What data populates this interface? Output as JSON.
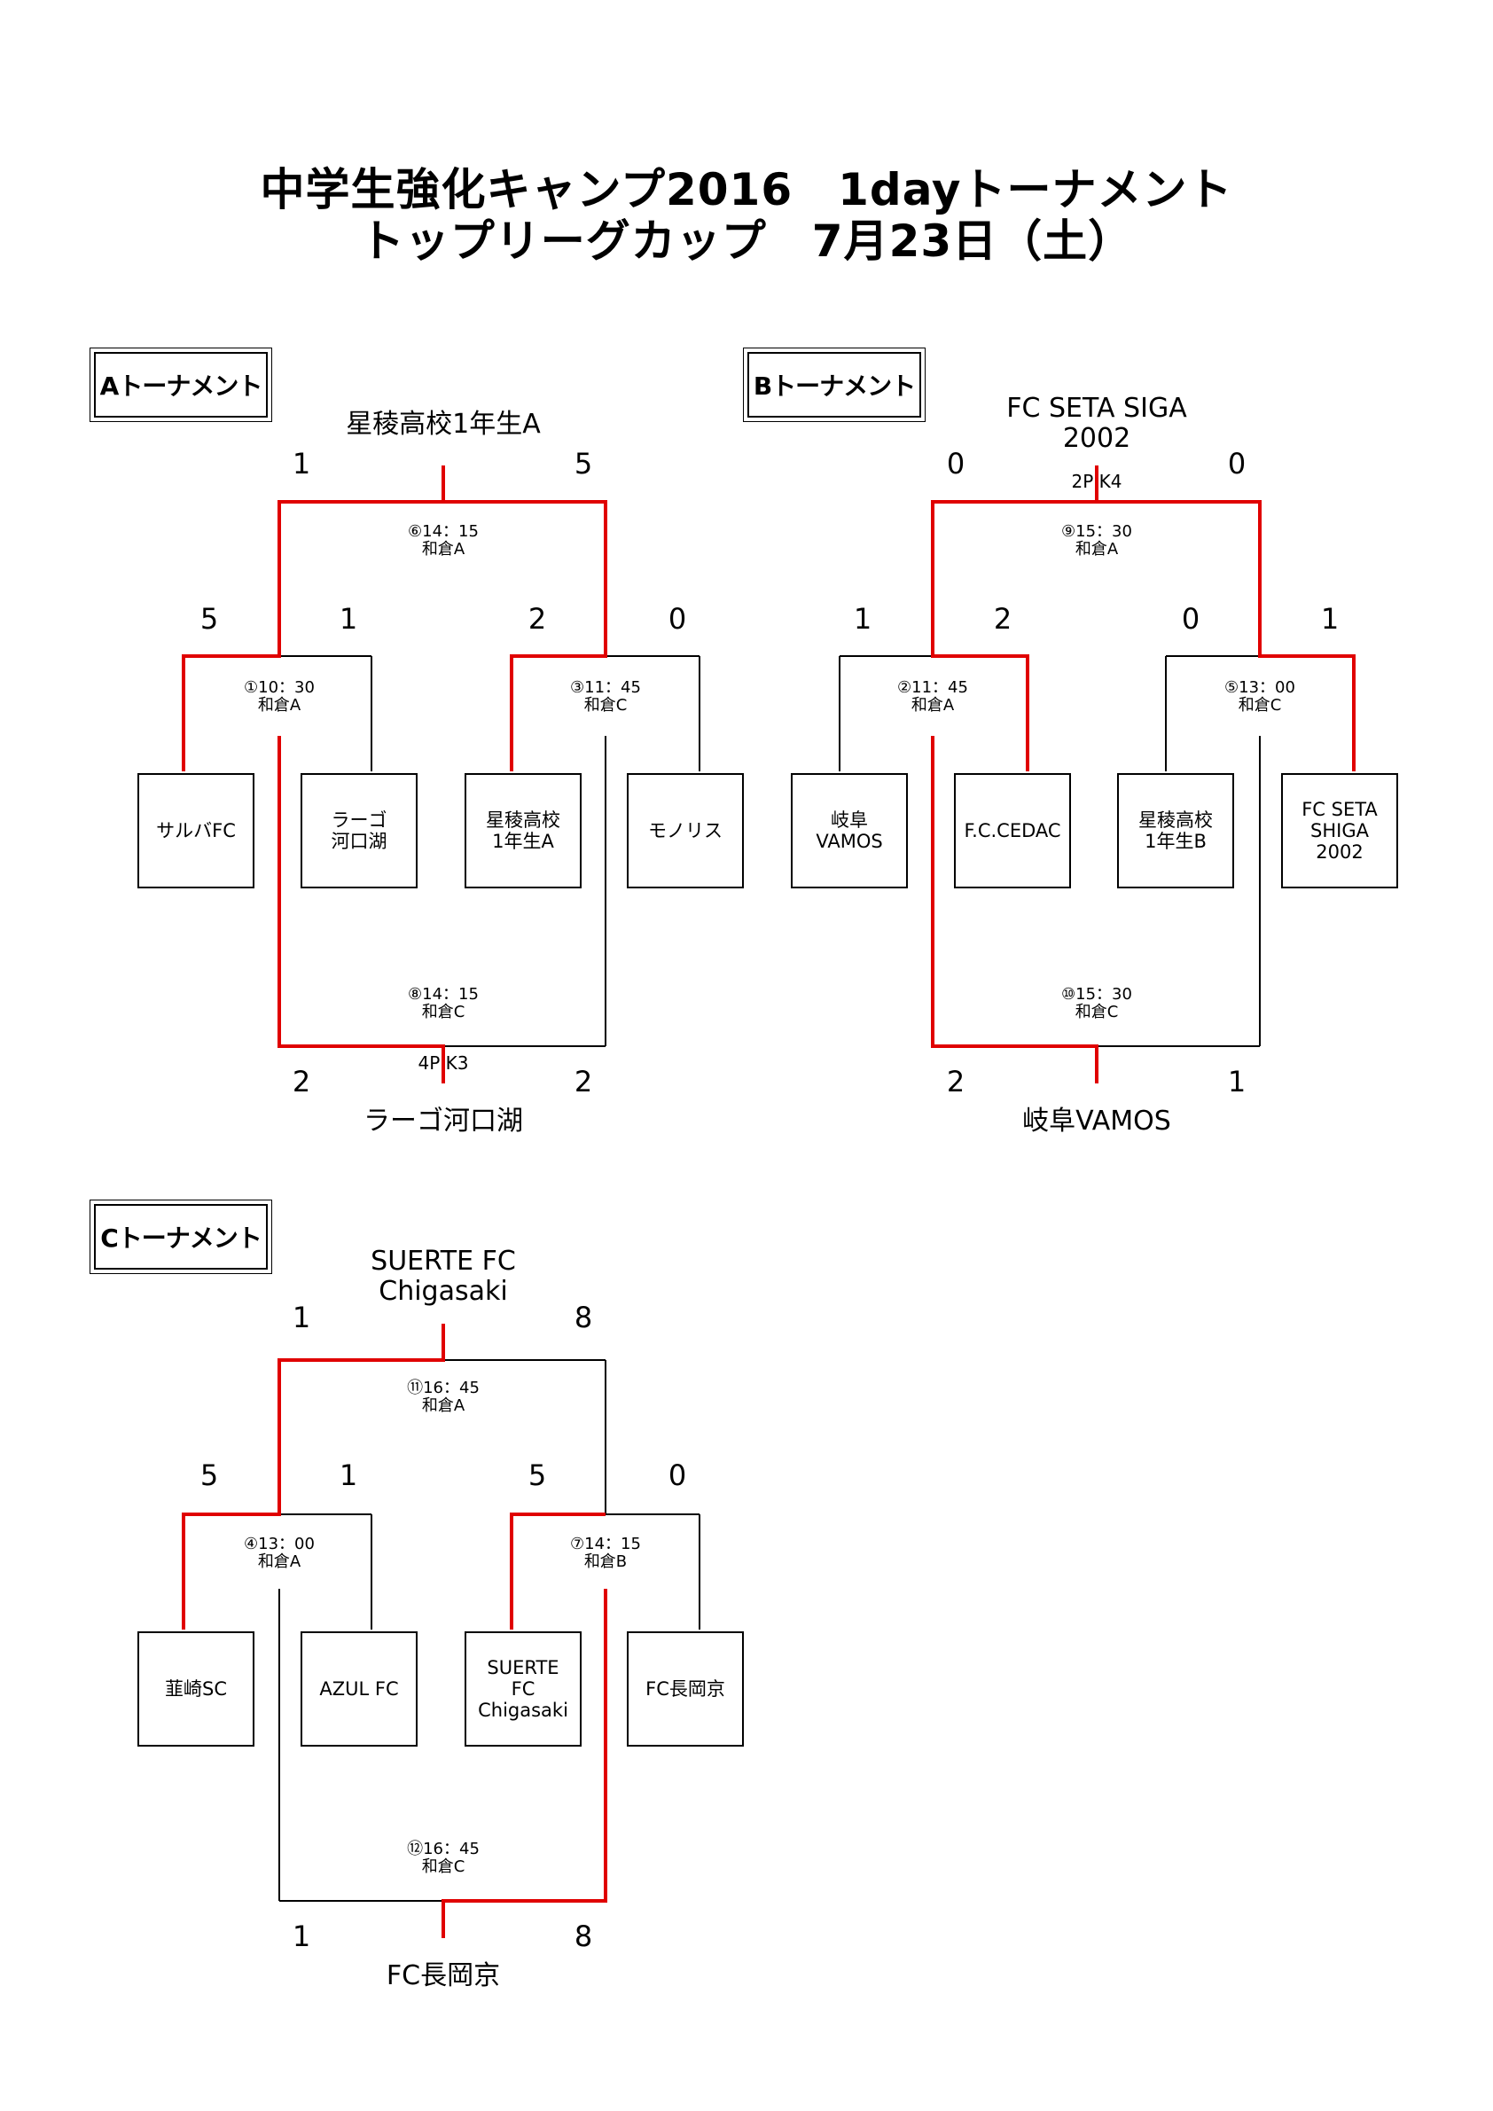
{
  "title": {
    "line1": "中学生強化キャンプ2016　1dayトーナメント",
    "line2": "トップリーグカップ　7月23日（土）"
  },
  "tournament_a": {
    "label": "Aトーナメント",
    "champion": "星稜高校1年生A",
    "third_place": "ラーゴ河口湖",
    "teams": [
      "サルバFC",
      "ラーゴ\n河口湖",
      "星稜高校\n1年生A",
      "モノリス"
    ],
    "scores": {
      "final_left": "1",
      "final_right": "5",
      "semi_left_l": "5",
      "semi_left_r": "1",
      "semi_right_l": "2",
      "semi_right_r": "0",
      "third_left": "2",
      "third_right": "2"
    },
    "matches": {
      "final": {
        "time": "⑥14：15",
        "venue": "和倉A"
      },
      "semi_left": {
        "time": "①10：30",
        "venue": "和倉A"
      },
      "semi_right": {
        "time": "③11：45",
        "venue": "和倉C"
      },
      "third": {
        "time": "⑧14：15",
        "venue": "和倉C"
      }
    },
    "third_pk": "4P K3"
  },
  "tournament_b": {
    "label": "Bトーナメント",
    "champion": "FC SETA SIGA\n2002",
    "third_place": "岐阜VAMOS",
    "teams": [
      "岐阜\nVAMOS",
      "F.C.CEDAC",
      "星稜高校\n1年生B",
      "FC SETA\nSHIGA\n2002"
    ],
    "scores": {
      "final_left": "0",
      "final_right": "0",
      "semi_left_l": "1",
      "semi_left_r": "2",
      "semi_right_l": "0",
      "semi_right_r": "1",
      "third_left": "2",
      "third_right": "1"
    },
    "matches": {
      "final": {
        "time": "⑨15：30",
        "venue": "和倉A"
      },
      "semi_left": {
        "time": "②11：45",
        "venue": "和倉A"
      },
      "semi_right": {
        "time": "⑤13：00",
        "venue": "和倉C"
      },
      "third": {
        "time": "⑩15：30",
        "venue": "和倉C"
      }
    },
    "final_pk": "2P K4"
  },
  "tournament_c": {
    "label": "Cトーナメント",
    "champion": "SUERTE FC\nChigasaki",
    "third_place": "FC長岡京",
    "teams": [
      "韮崎SC",
      "AZUL FC",
      "SUERTE\nFC\nChigasaki",
      "FC長岡京"
    ],
    "scores": {
      "final_left": "1",
      "final_right": "8",
      "semi_left_l": "5",
      "semi_left_r": "1",
      "semi_right_l": "5",
      "semi_right_r": "0",
      "third_left": "1",
      "third_right": "8"
    },
    "matches": {
      "final": {
        "time": "⑪16：45",
        "venue": "和倉A"
      },
      "semi_left": {
        "time": "④13：00",
        "venue": "和倉A"
      },
      "semi_right": {
        "time": "⑦14：15",
        "venue": "和倉B"
      },
      "third": {
        "time": "⑫16：45",
        "venue": "和倉C"
      }
    }
  },
  "colors": {
    "winner_line": "#e00000",
    "line": "#000000"
  }
}
